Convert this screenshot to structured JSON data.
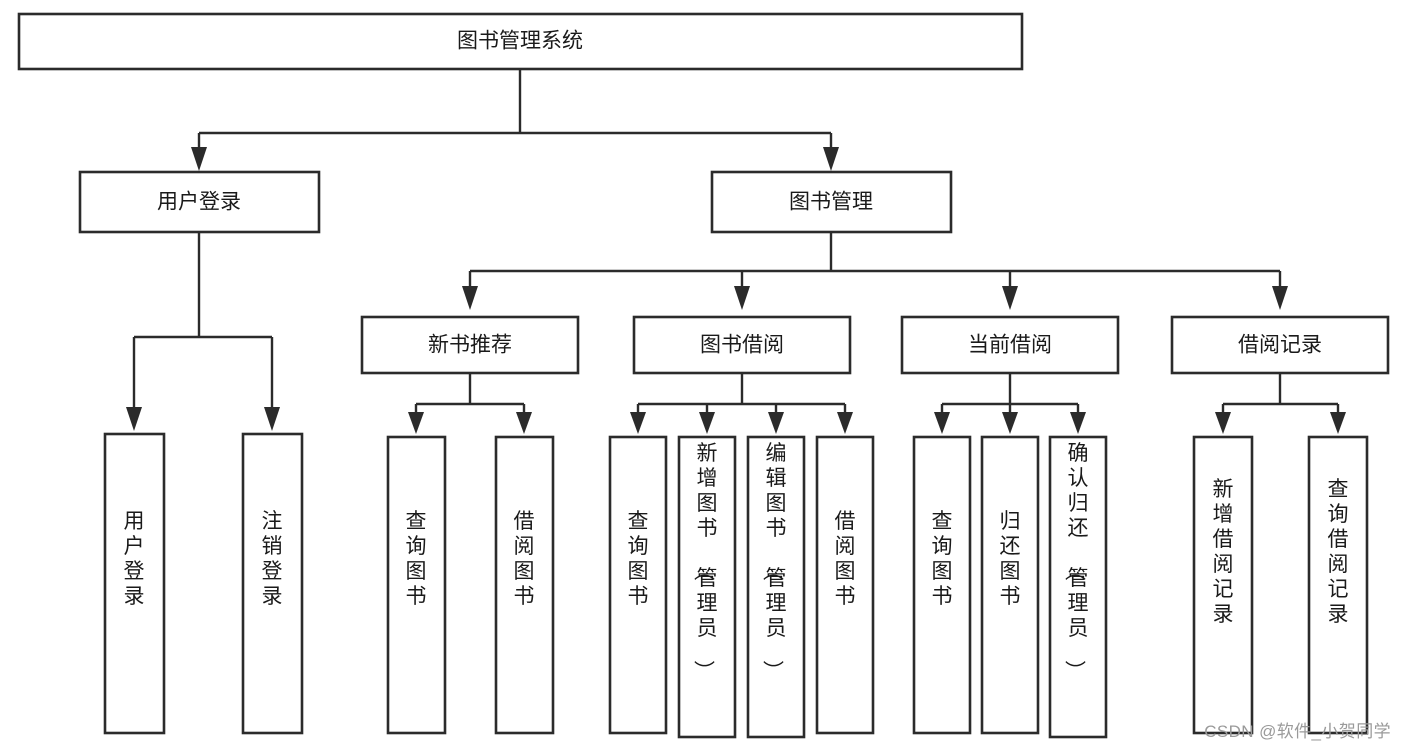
{
  "diagram": {
    "title": "图书管理系统",
    "type": "hierarchy-tree",
    "watermark": "CSDN @软件_小贺同学",
    "colors": {
      "background": "#ffffff",
      "box_stroke": "#2b2b2b",
      "box_fill": "#ffffff",
      "text": "#1a1a1a",
      "connector": "#2b2b2b",
      "watermark": "#9a9a9a"
    },
    "root": {
      "label": "图书管理系统"
    },
    "level1": [
      {
        "label": "用户登录"
      },
      {
        "label": "图书管理"
      }
    ],
    "level2": [
      {
        "label": "新书推荐"
      },
      {
        "label": "图书借阅"
      },
      {
        "label": "当前借阅"
      },
      {
        "label": "借阅记录"
      }
    ],
    "leaves": {
      "user_login": [
        {
          "label": "用户登录"
        },
        {
          "label": "注销登录"
        }
      ],
      "new_book_recommend": [
        {
          "label": "查询图书"
        },
        {
          "label": "借阅图书"
        }
      ],
      "book_borrow": [
        {
          "label": "查询图书"
        },
        {
          "label": "新增图书（管理员）"
        },
        {
          "label": "编辑图书（管理员）"
        },
        {
          "label": "借阅图书"
        }
      ],
      "current_borrow": [
        {
          "label": "查询图书"
        },
        {
          "label": "归还图书"
        },
        {
          "label": "确认归还（管理员）"
        }
      ],
      "borrow_record": [
        {
          "label": "新增借阅记录"
        },
        {
          "label": "查询借阅记录"
        }
      ]
    }
  },
  "chart_data": {
    "type": "table",
    "title": "图书管理系统",
    "nodes": [
      {
        "id": "root",
        "label": "图书管理系统",
        "level": 0,
        "parent": null
      },
      {
        "id": "user-login",
        "label": "用户登录",
        "level": 1,
        "parent": "root"
      },
      {
        "id": "book-manage",
        "label": "图书管理",
        "level": 1,
        "parent": "root"
      },
      {
        "id": "new-book",
        "label": "新书推荐",
        "level": 2,
        "parent": "book-manage"
      },
      {
        "id": "book-borrow",
        "label": "图书借阅",
        "level": 2,
        "parent": "book-manage"
      },
      {
        "id": "current-borrow",
        "label": "当前借阅",
        "level": 2,
        "parent": "book-manage"
      },
      {
        "id": "borrow-record",
        "label": "借阅记录",
        "level": 2,
        "parent": "book-manage"
      },
      {
        "id": "l-user-login",
        "label": "用户登录",
        "level": 3,
        "parent": "user-login"
      },
      {
        "id": "l-logout",
        "label": "注销登录",
        "level": 3,
        "parent": "user-login"
      },
      {
        "id": "l-nb-query",
        "label": "查询图书",
        "level": 3,
        "parent": "new-book"
      },
      {
        "id": "l-nb-borrow",
        "label": "借阅图书",
        "level": 3,
        "parent": "new-book"
      },
      {
        "id": "l-bb-query",
        "label": "查询图书",
        "level": 3,
        "parent": "book-borrow"
      },
      {
        "id": "l-bb-add",
        "label": "新增图书（管理员）",
        "level": 3,
        "parent": "book-borrow"
      },
      {
        "id": "l-bb-edit",
        "label": "编辑图书（管理员）",
        "level": 3,
        "parent": "book-borrow"
      },
      {
        "id": "l-bb-borrow",
        "label": "借阅图书",
        "level": 3,
        "parent": "book-borrow"
      },
      {
        "id": "l-cb-query",
        "label": "查询图书",
        "level": 3,
        "parent": "current-borrow"
      },
      {
        "id": "l-cb-return",
        "label": "归还图书",
        "level": 3,
        "parent": "current-borrow"
      },
      {
        "id": "l-cb-confirm",
        "label": "确认归还（管理员）",
        "level": 3,
        "parent": "current-borrow"
      },
      {
        "id": "l-br-add",
        "label": "新增借阅记录",
        "level": 3,
        "parent": "borrow-record"
      },
      {
        "id": "l-br-query",
        "label": "查询借阅记录",
        "level": 3,
        "parent": "borrow-record"
      }
    ]
  }
}
